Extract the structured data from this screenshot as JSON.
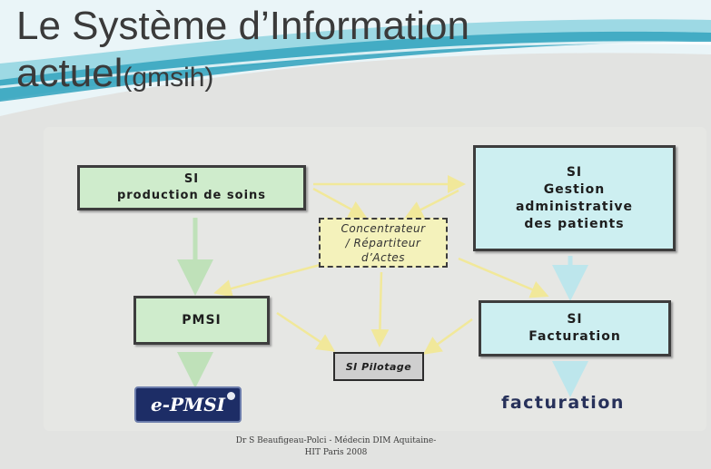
{
  "title": {
    "line1": "Le Système d’Information",
    "line2_main": "actuel",
    "line2_sub": "(gmsih)"
  },
  "boxes": {
    "si_soins": {
      "line1": "SI",
      "line2": "production de soins"
    },
    "si_gestion": {
      "line1": "SI",
      "line2": "Gestion",
      "line3": "administrative",
      "line4": "des patients"
    },
    "concentrateur": {
      "line1": "Concentrateur",
      "line2": "/ Répartiteur",
      "line3": "d’Actes"
    },
    "pmsi": {
      "label": "PMSI"
    },
    "si_facturation": {
      "line1": "SI",
      "line2": "Facturation"
    },
    "si_pilotage": {
      "label": "SI Pilotage"
    }
  },
  "logo": {
    "text": "e-PMSI"
  },
  "facturation_label": "facturation",
  "footer": {
    "line1": "Dr S Beaufigeau-Polci - Médecin DIM Aquitaine-",
    "line2": "HIT Paris 2008"
  },
  "colors": {
    "background": "#e2e3e1",
    "title_band": "#4ab3c9",
    "green_box": "#cfeccc",
    "cyan_box": "#cdeff1",
    "yellow_box": "#f4f2bb",
    "gray_box": "#cfcfcf",
    "arrow_yellow": "#f1e89a",
    "arrow_green": "#bfe1b9",
    "arrow_cyan": "#bde6ec",
    "logo_blue": "#1d2d66"
  }
}
